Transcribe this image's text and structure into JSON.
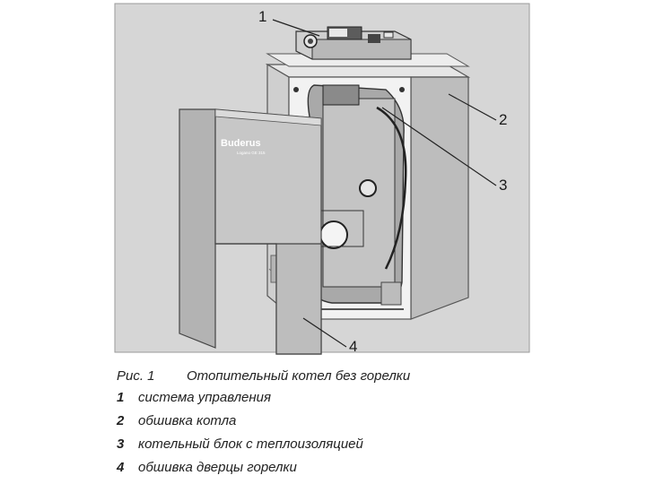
{
  "logo": {
    "brand": "Buderus",
    "model": "Logano GE 315"
  },
  "callouts": [
    {
      "number": "1"
    },
    {
      "number": "2"
    },
    {
      "number": "3"
    },
    {
      "number": "4"
    }
  ],
  "caption": {
    "figure_ref": "Рис. 1",
    "title": "Отопительный котел без горелки"
  },
  "legend": [
    {
      "number": "1",
      "text": "система управления"
    },
    {
      "number": "2",
      "text": "обшивка котла"
    },
    {
      "number": "3",
      "text": "котельный блок с теплоизоляцией"
    },
    {
      "number": "4",
      "text": "обшивка дверцы горелки"
    }
  ]
}
